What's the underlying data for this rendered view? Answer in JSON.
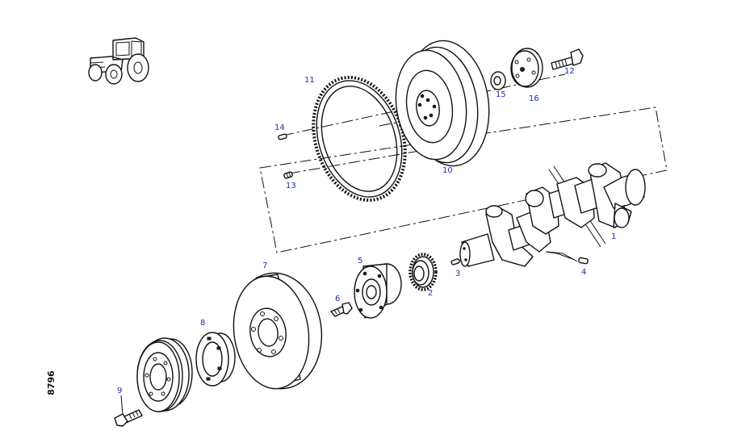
{
  "drawing_number": "8796",
  "callouts": {
    "c1": "1",
    "c2": "2",
    "c3": "3",
    "c4": "4",
    "c5": "5",
    "c6": "6",
    "c7": "7",
    "c8": "8",
    "c9": "9",
    "c10": "10",
    "c11": "11",
    "c12": "12",
    "c13": "13",
    "c14": "14",
    "c15": "15",
    "c16": "16"
  },
  "colors": {
    "callout": "#1f2bb3",
    "line": "#111111"
  },
  "icons": [
    "tractor-icon"
  ]
}
